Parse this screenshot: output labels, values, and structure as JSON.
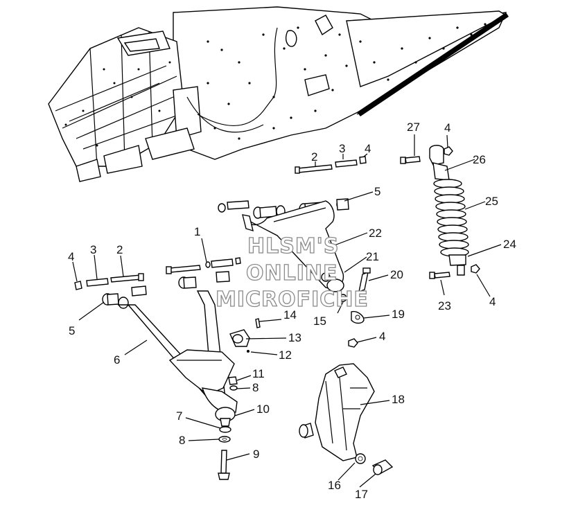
{
  "watermark": {
    "line1": "HLSM'S",
    "line2": "ONLINE",
    "line3": "MICROFICHE"
  },
  "callouts": {
    "c1": "1",
    "c2a": "2",
    "c2b": "2",
    "c3a": "3",
    "c3b": "3",
    "c4a": "4",
    "c4b": "4",
    "c4c": "4",
    "c4d": "4",
    "c4e": "4",
    "c5a": "5",
    "c5b": "5",
    "c6": "6",
    "c7": "7",
    "c8a": "8",
    "c8b": "8",
    "c9": "9",
    "c10": "10",
    "c11": "11",
    "c12": "12",
    "c13": "13",
    "c14": "14",
    "c15": "15",
    "c16": "16",
    "c17": "17",
    "c18": "18",
    "c19": "19",
    "c20": "20",
    "c21": "21",
    "c22": "22",
    "c23": "23",
    "c24": "24",
    "c25": "25",
    "c26": "26",
    "c27": "27"
  }
}
